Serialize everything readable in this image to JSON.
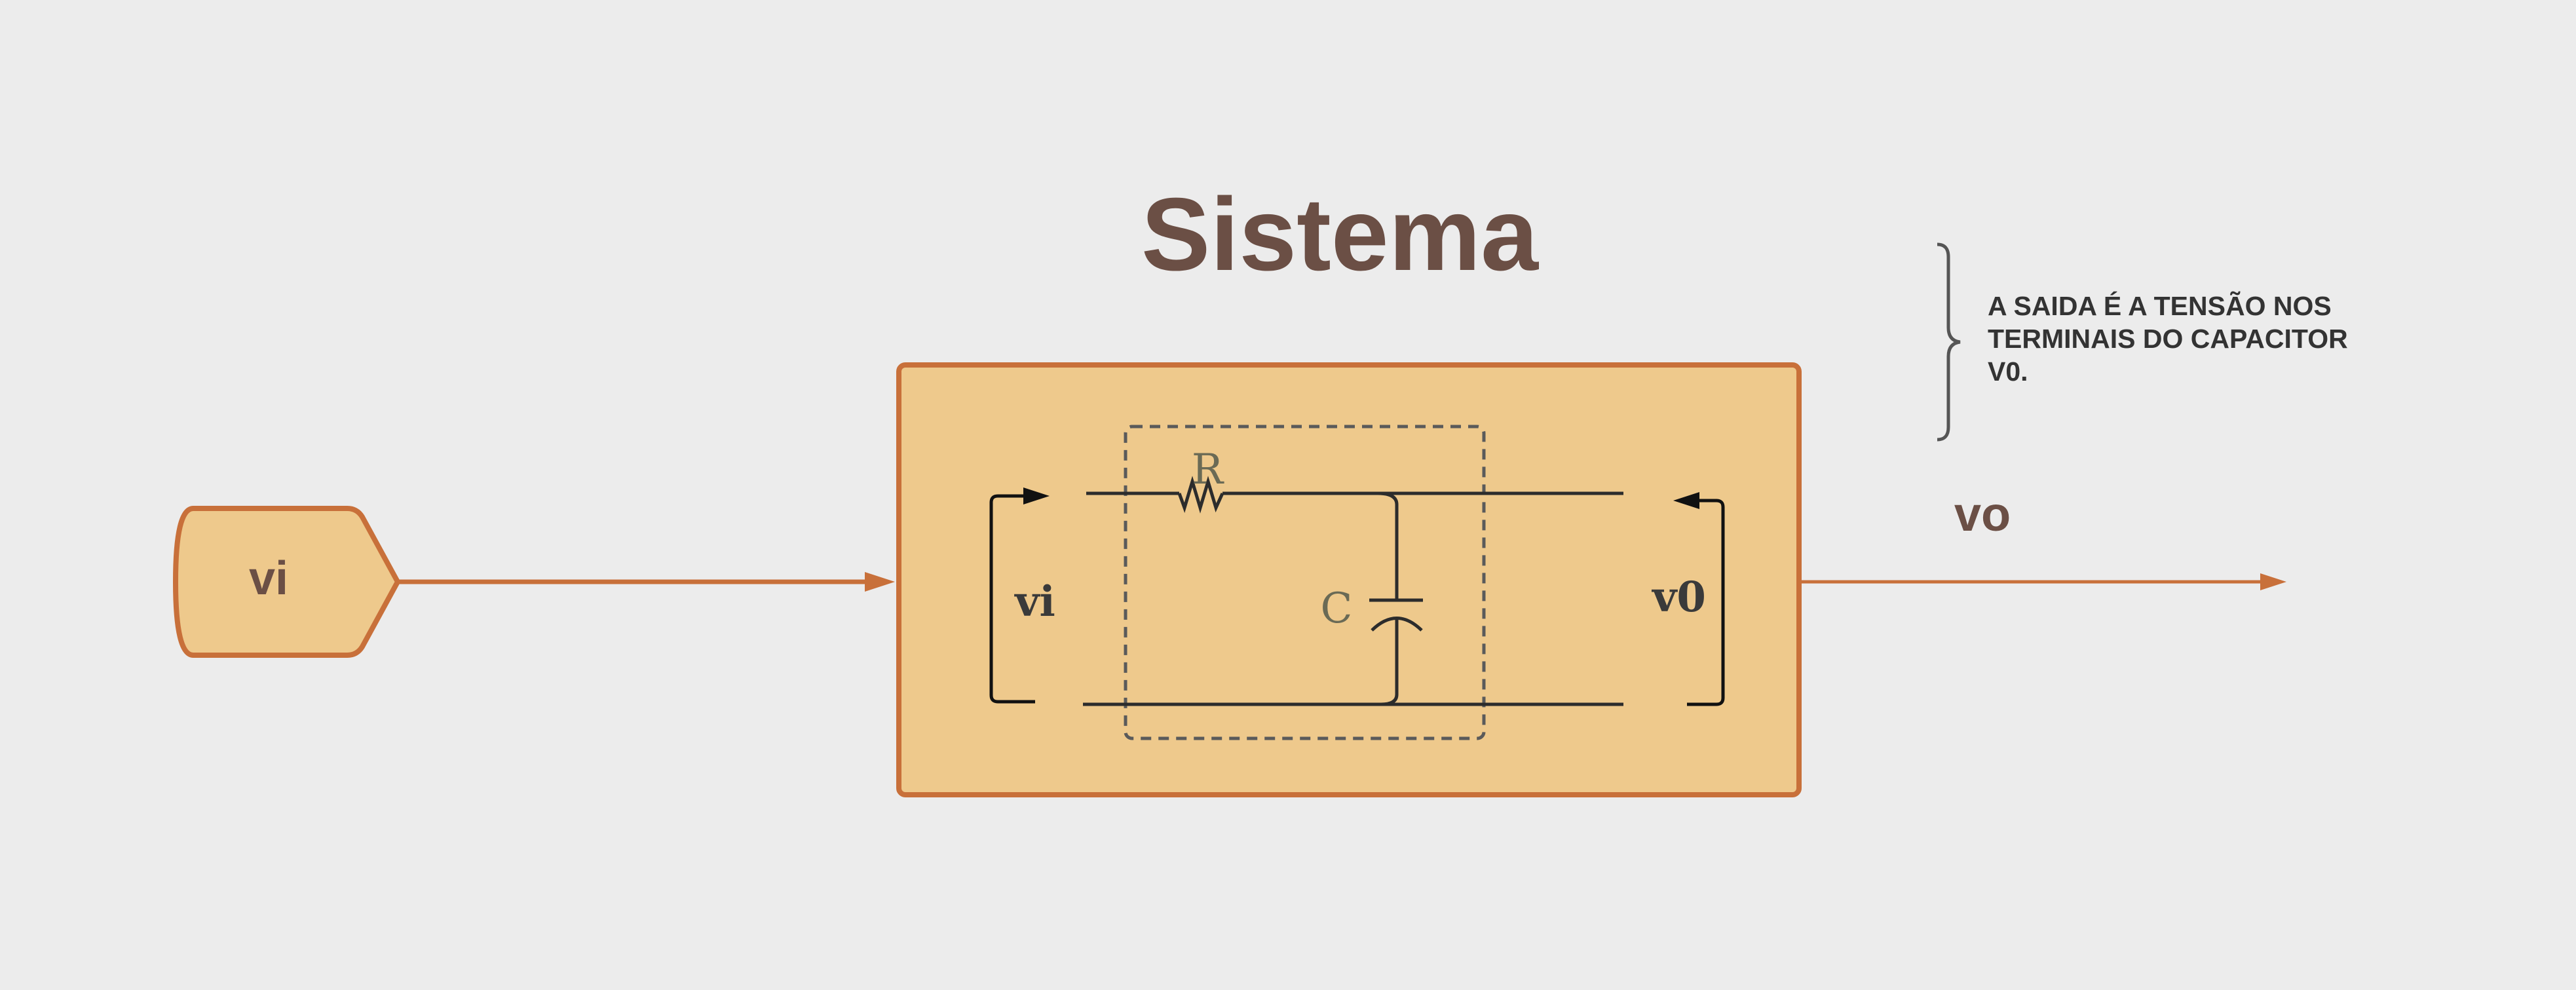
{
  "title": "Sistema",
  "input_block": {
    "label": "vi"
  },
  "output_label": "vo",
  "circuit": {
    "input_voltage_label": "vi",
    "output_voltage_label": "v0",
    "resistor_label": "R",
    "capacitor_label": "C"
  },
  "note": {
    "lines": [
      "A SAIDA É A TENSÃO NOS",
      "TERMINAIS DO CAPACITOR",
      "V0."
    ]
  },
  "colors": {
    "background": "#ececec",
    "accent": "#c8703a",
    "block_fill": "#eec98c",
    "title_text": "#6b4f45"
  }
}
